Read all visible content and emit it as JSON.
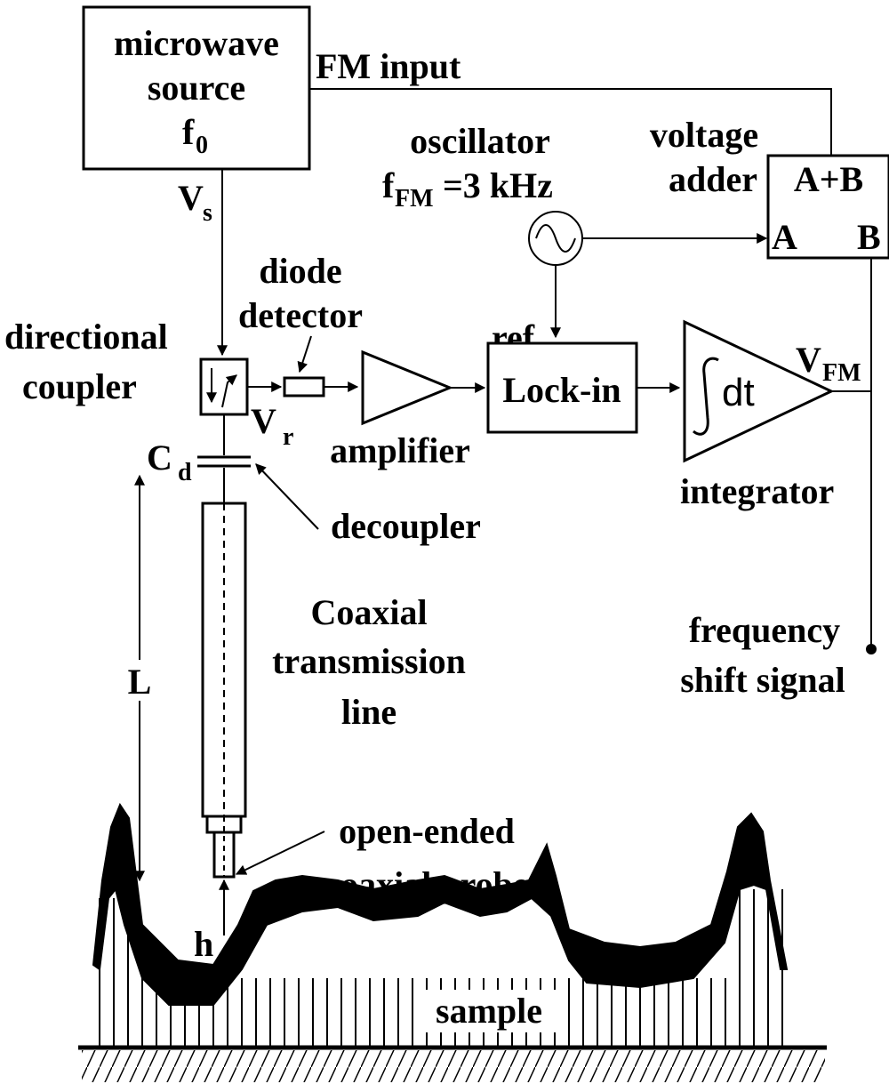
{
  "diagram": {
    "source": {
      "line1": "microwave",
      "line2": "source",
      "freq_main": "f",
      "freq_sub": "0"
    },
    "vs": {
      "main": "V",
      "sub": "s"
    },
    "fm_input": "FM input",
    "oscillator": {
      "title": "oscillator",
      "freq_main": "f",
      "freq_sub": "FM",
      "freq_rest": "=3 kHz"
    },
    "adder": {
      "line1": "voltage",
      "line2": "adder",
      "sum": "A+B",
      "port_a": "A",
      "port_b": "B"
    },
    "diode": {
      "line1": "diode",
      "line2": "detector"
    },
    "coupler": {
      "line1": "directional",
      "line2": "coupler"
    },
    "ref": "ref",
    "lockin": "Lock-in",
    "integrator_symbol": "dt",
    "vfm": {
      "main": "V",
      "sub": "FM"
    },
    "vr": {
      "main": "V",
      "sub": "r"
    },
    "amplifier": "amplifier",
    "cd": {
      "main": "C",
      "sub": "d"
    },
    "decoupler": "decoupler",
    "integrator": "integrator",
    "coax": {
      "line1": "Coaxial",
      "line2": "transmission",
      "line3": "line"
    },
    "length": "L",
    "freq_shift": {
      "line1": "frequency",
      "line2": "shift signal"
    },
    "probe": {
      "line1": "open-ended",
      "line2": "coaxial probe"
    },
    "height": "h",
    "sample": "sample"
  }
}
